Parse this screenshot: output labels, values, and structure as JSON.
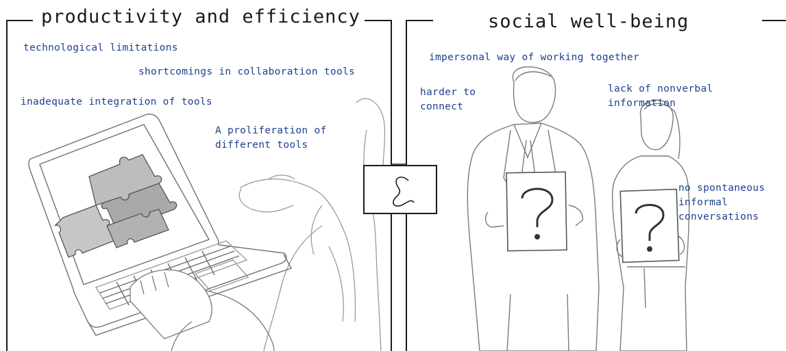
{
  "panels": {
    "left": {
      "title": "productivity and efficiency",
      "notes": {
        "n1": "technological limitations",
        "n2": "shortcomings in collaboration tools",
        "n3": "inadequate integration of tools",
        "n4": "A proliferation of\ndifferent tools"
      }
    },
    "right": {
      "title": "social well-being",
      "notes": {
        "n1": "impersonal way of working together",
        "n2": "harder to\nconnect",
        "n3": "lack of nonverbal\ninformation",
        "n4": "no spontaneous\ninformal\nconversations"
      }
    },
    "connector": {
      "icon": "ampersand-icon"
    }
  },
  "colors": {
    "ink": "#1a1a1a",
    "annotation_blue": "#1d3f8f",
    "sketch_gray": "#8a8a8a"
  }
}
